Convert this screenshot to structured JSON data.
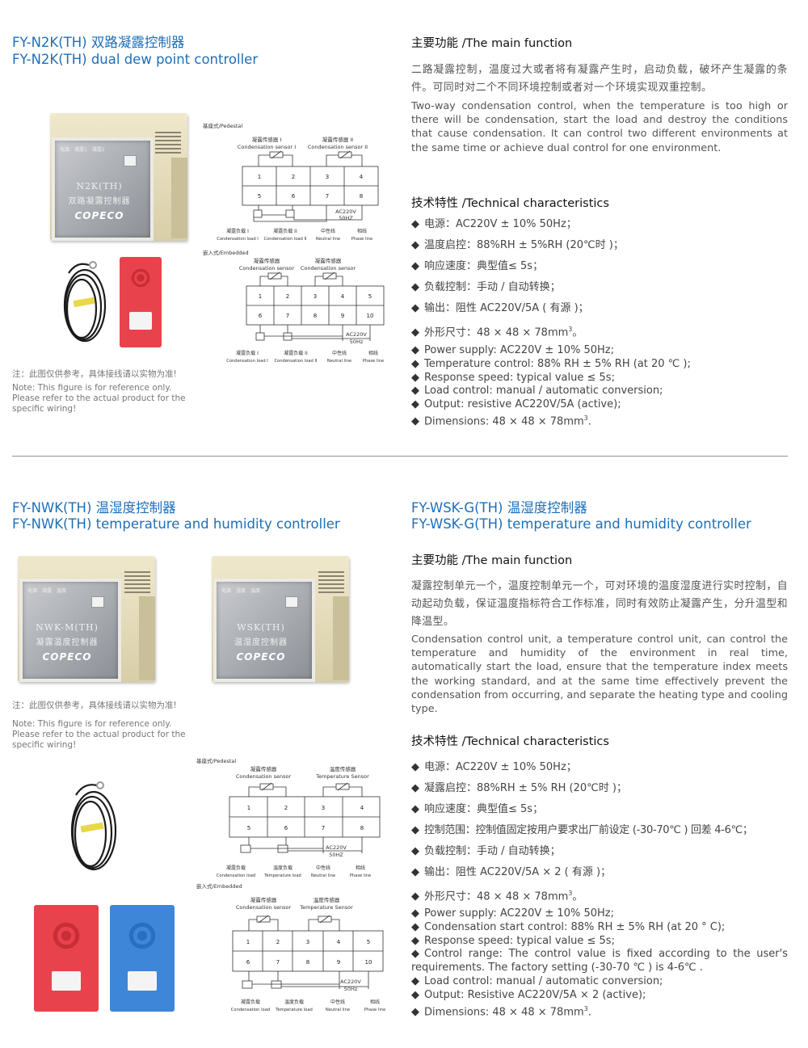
{
  "s1": {
    "title_cn": "FY-N2K(TH) 双路凝露控制器",
    "title_en": "FY-N2K(TH) dual dew point controller",
    "main_head": "主要功能 /The main function",
    "main_cn": "二路凝露控制，温度过大或者将有凝露产生时，启动负载，破坏产生凝露的条件。可同时对二个不同环境控制或者对一个环境实现双重控制。",
    "main_en": "Two-way condensation control, when the temperature is too high or there will be condensation, start the load and destroy the conditions that cause condensation. It can control two different environments at the same time or achieve dual control for one environment.",
    "tech_head": "技术特性 /Technical characteristics",
    "tech_cn": [
      "电源：AC220V ± 10% 50Hz；",
      "温度启控：88%RH ± 5%RH (20℃时 )；",
      "响应速度：典型值≤ 5s；",
      "负载控制：手动 / 自动转换；",
      "输出：阻性 AC220V/5A ( 有源 )；",
      "外形尺寸：48 × 48 × 78mm"
    ],
    "tech_en": [
      "Power supply: AC220V ± 10% 50Hz;",
      "Temperature control: 88% RH ± 5% RH (at 20 ℃ );",
      "Response speed: typical value ≤ 5s;",
      "Load control: manual / automatic conversion;",
      "Output: resistive AC220V/5A (active);",
      "Dimensions: 48 × 48 × 78mm"
    ],
    "sup3": "3",
    "end_cn": "。",
    "end_en": ".",
    "note_cn": "注：此图仅供参考，具体接线请以实物为准!",
    "note_en": "Note: This figure is for reference only. Please refer to the actual product for the specific wiring!",
    "device_model": "N2K(TH)",
    "device_name": "双路凝露控制器",
    "device_brand": "COPECO",
    "device_top": "电源　凝露1　凝露2",
    "ped": {
      "label": "基座式/Pedestal",
      "sensor1_cn": "凝露传感器 I",
      "sensor1_en": "Condensation sensor I",
      "sensor2_cn": "凝露传感器 II",
      "sensor2_en": "Condensation sensor  II",
      "terms_top": [
        "1",
        "2",
        "3",
        "4"
      ],
      "terms_bot": [
        "5",
        "6",
        "7",
        "8"
      ],
      "ac": "AC220V",
      "hz": "50HZ",
      "loads": [
        [
          "凝露负载 I",
          "Condensation load I"
        ],
        [
          "凝露负载 II",
          "Condensation load  II"
        ],
        [
          "中性线",
          "Neutral line"
        ],
        [
          "相线",
          "Phase line"
        ]
      ]
    },
    "emb": {
      "label": "嵌入式/Embedded",
      "sensor1_cn": "凝露传感器",
      "sensor1_en": "Condensation sensor",
      "sensor2_cn": "凝露传感器",
      "sensor2_en": "Condensation sensor",
      "terms_top": [
        "1",
        "2",
        "3",
        "4",
        "5"
      ],
      "terms_bot": [
        "6",
        "7",
        "8",
        "9",
        "10"
      ],
      "ac": "AC220V",
      "hz": "50Hz",
      "loads": [
        [
          "凝露负载 I",
          "Condensation load I"
        ],
        [
          "凝露负载 II",
          "Condensation load  II"
        ],
        [
          "中性线",
          "Neutral line"
        ],
        [
          "相线",
          "Phase line"
        ]
      ]
    }
  },
  "s2": {
    "title_cn": "FY-NWK(TH) 温湿度控制器",
    "title_en": "FY-NWK(TH) temperature and humidity controller",
    "note_cn": "注：此图仅供参考，具体接线请以实物为准!",
    "note_en": "Note: This figure is for reference only. Please refer to the actual product for the specific wiring!",
    "device1_model": "NWK-M(TH)",
    "device1_name": "凝露温度控制器",
    "device1_top": "电源　凝露　温度",
    "device2_model": "WSK(TH)",
    "device2_name": "温湿度控制器",
    "device2_top": "电源　湿度　温度",
    "device_brand": "COPECO",
    "ped": {
      "label": "基座式/Pedestal",
      "sensor1_cn": "凝露传感器",
      "sensor1_en": "Condensation sensor",
      "sensor2_cn": "温度传感器",
      "sensor2_en": "Temperature Sensor",
      "terms_top": [
        "1",
        "2",
        "3",
        "4"
      ],
      "terms_bot": [
        "5",
        "6",
        "7",
        "8"
      ],
      "ac": "AC220V",
      "hz": "50HZ",
      "loads": [
        [
          "凝露负载",
          "Condensation load"
        ],
        [
          "温度负载",
          "Temperature load"
        ],
        [
          "中性线",
          "Neutral line"
        ],
        [
          "相线",
          "Phase line"
        ]
      ]
    },
    "emb": {
      "label": "嵌入式/Embedded",
      "sensor1_cn": "凝露传感器",
      "sensor1_en": "Condensation sensor",
      "sensor2_cn": "温度传感器",
      "sensor2_en": "Temperature Sensor",
      "terms_top": [
        "1",
        "2",
        "3",
        "4",
        "5"
      ],
      "terms_bot": [
        "6",
        "7",
        "8",
        "9",
        "10"
      ],
      "ac": "AC220V",
      "hz": "50Hz",
      "loads": [
        [
          "凝露负载",
          "Condensation load"
        ],
        [
          "温度负载",
          "Temperature load"
        ],
        [
          "中性线",
          "Neutral line"
        ],
        [
          "相线",
          "Phase line"
        ]
      ]
    }
  },
  "s3": {
    "title_cn": "FY-WSK-G(TH) 温湿度控制器",
    "title_en": "FY-WSK-G(TH) temperature and humidity controller",
    "main_head": "主要功能 /The main function",
    "main_cn": "凝露控制单元一个，温度控制单元一个，可对环境的温度湿度进行实时控制，自动起动负载，保证温度指标符合工作标准，同时有效防止凝露产生，分升温型和降温型。",
    "main_en": "Condensation control unit, a temperature control unit, can control the temperature and humidity of the environment in real time, automatically start the load, ensure that the temperature index meets the working standard, and at the same time effectively prevent the condensation from occurring, and separate the heating type and cooling type.",
    "tech_head": "技术特性 /Technical characteristics",
    "tech_cn": [
      "电源：AC220V ± 10% 50Hz；",
      "凝露启控：88%RH ± 5% RH (20℃时 )；",
      "响应速度：典型值≤ 5s；",
      "控制范围：控制值固定按用户要求出厂前设定 (-30-70℃ ) 回差 4-6℃；",
      "负载控制：手动 / 自动转换；",
      "输出：阻性 AC220V/5A × 2 ( 有源 )；",
      "外形尺寸：48 × 48 × 78mm"
    ],
    "tech_en": [
      "Power supply: AC220V ± 10% 50Hz;",
      "Condensation start control: 88% RH  ±  5% RH (at 20 °   C);",
      "Response speed: typical value ≤ 5s;"
    ],
    "tech_en_range": "Control range: The control value is fixed according to the user's requirements. The factory setting (-30-70 ℃ ) is 4-6℃ .",
    "tech_en2": [
      "Load control: manual / automatic conversion;",
      "Output: Resistive AC220V/5A × 2 (active);",
      "Dimensions: 48 × 48 × 78mm"
    ],
    "sup3": "3",
    "end_cn": "。",
    "end_en": "."
  }
}
